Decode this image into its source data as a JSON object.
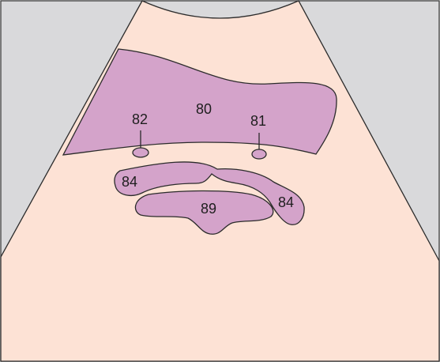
{
  "colors": {
    "background": "#d9d9db",
    "sector_fill": "#fde2d5",
    "structure_fill": "#d4a3ca",
    "outline": "#2b2b2b"
  },
  "labels": {
    "l80": "80",
    "l81": "81",
    "l82": "82",
    "l84_left": "84",
    "l84_right": "84",
    "l89": "89"
  }
}
